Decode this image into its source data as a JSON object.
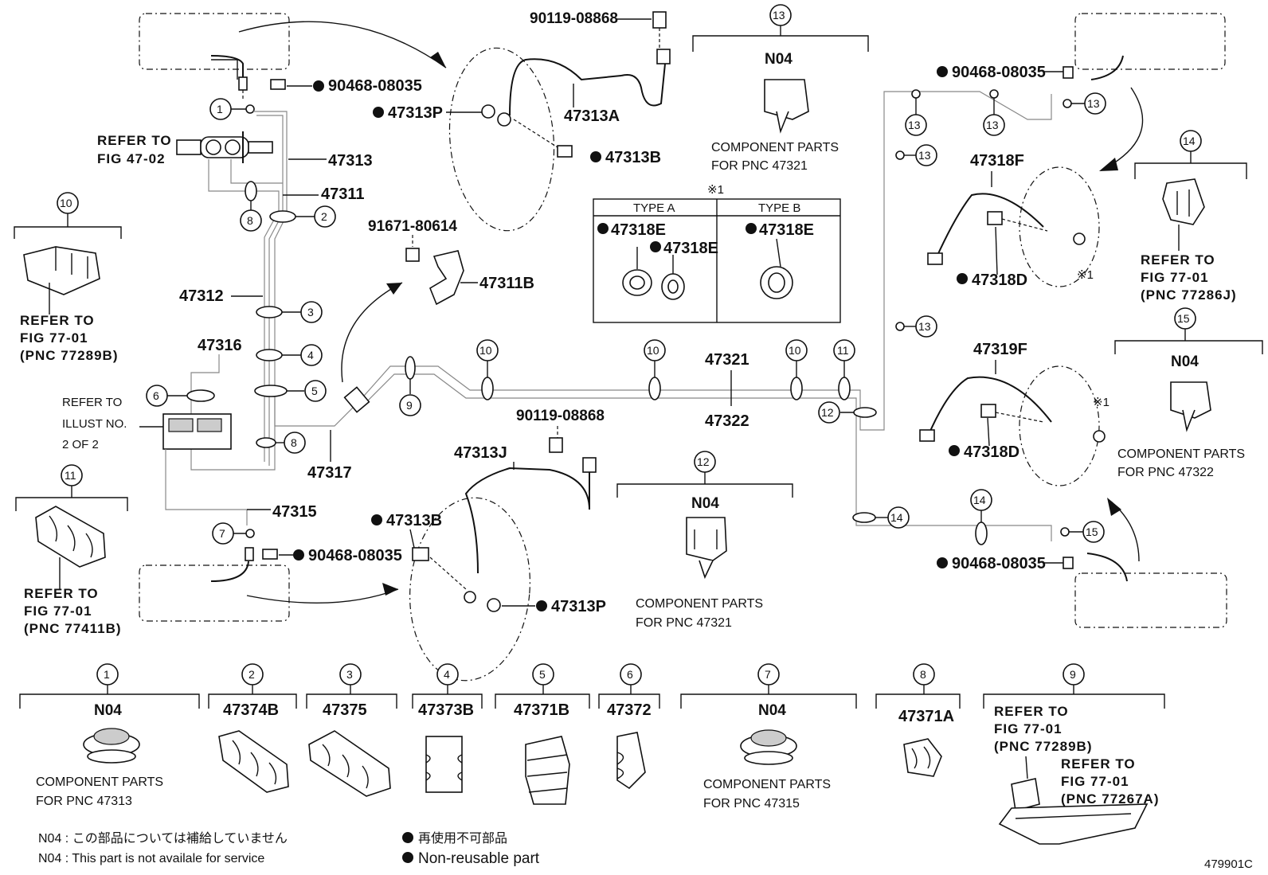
{
  "diagram_id": "479901C",
  "parts": {
    "p90119_top": "90119-08868",
    "p90468_tl": "90468-08035",
    "p47313P_top": "47313P",
    "p47313A": "47313A",
    "p47313B_top": "47313B",
    "p47313": "47313",
    "p47311": "47311",
    "p91671": "91671-80614",
    "p47311B": "47311B",
    "p47312": "47312",
    "p47316": "47316",
    "p47317": "47317",
    "p47315": "47315",
    "p90468_bl": "90468-08035",
    "p47313B_bot": "47313B",
    "p90119_mid": "90119-08868",
    "p47313J": "47313J",
    "p47313P_bot": "47313P",
    "p47321": "47321",
    "p47322": "47322",
    "p90468_tr": "90468-08035",
    "p47318F": "47318F",
    "p47318D": "47318D",
    "p47319F": "47319F",
    "p47318D_b": "47318D",
    "p90468_br": "90468-08035",
    "p47318E_a": "47318E",
    "p47318E_a2": "47318E",
    "p47318E_b": "47318E"
  },
  "refs": {
    "refer_to": "REFER TO",
    "fig_47_02": "FIG 47-02",
    "fig_77_01": "FIG 77-01",
    "pnc_77289B": "(PNC 77289B)",
    "pnc_77411B": "(PNC 77411B)",
    "pnc_77286J": "(PNC 77286J)",
    "pnc_77267A": "(PNC 77267A)",
    "refer_illust_1": "REFER TO",
    "refer_illust_2": "ILLUST NO.",
    "refer_illust_3": "2 OF 2"
  },
  "type_table": {
    "mark": "※1",
    "type_a": "TYPE A",
    "type_b": "TYPE B"
  },
  "mark_x1": "※1",
  "components": {
    "cp": "COMPONENT PARTS",
    "for_47321": "FOR PNC 47321",
    "for_47322": "FOR PNC 47322",
    "for_47313": "FOR PNC 47313",
    "for_47315": "FOR PNC 47315",
    "n04": "N04"
  },
  "legend_parts": {
    "c1": "N04",
    "c2": "47374B",
    "c3": "47375",
    "c4": "47373B",
    "c5": "47371B",
    "c6": "47372",
    "c7": "N04",
    "c8": "47371A"
  },
  "footnotes": {
    "n04_jp": "N04 : この部品については補給していません",
    "n04_en": "N04 :  This part is not availale for service",
    "nr_jp": "再使用不可部品",
    "nr_en": "Non-reusable part"
  }
}
